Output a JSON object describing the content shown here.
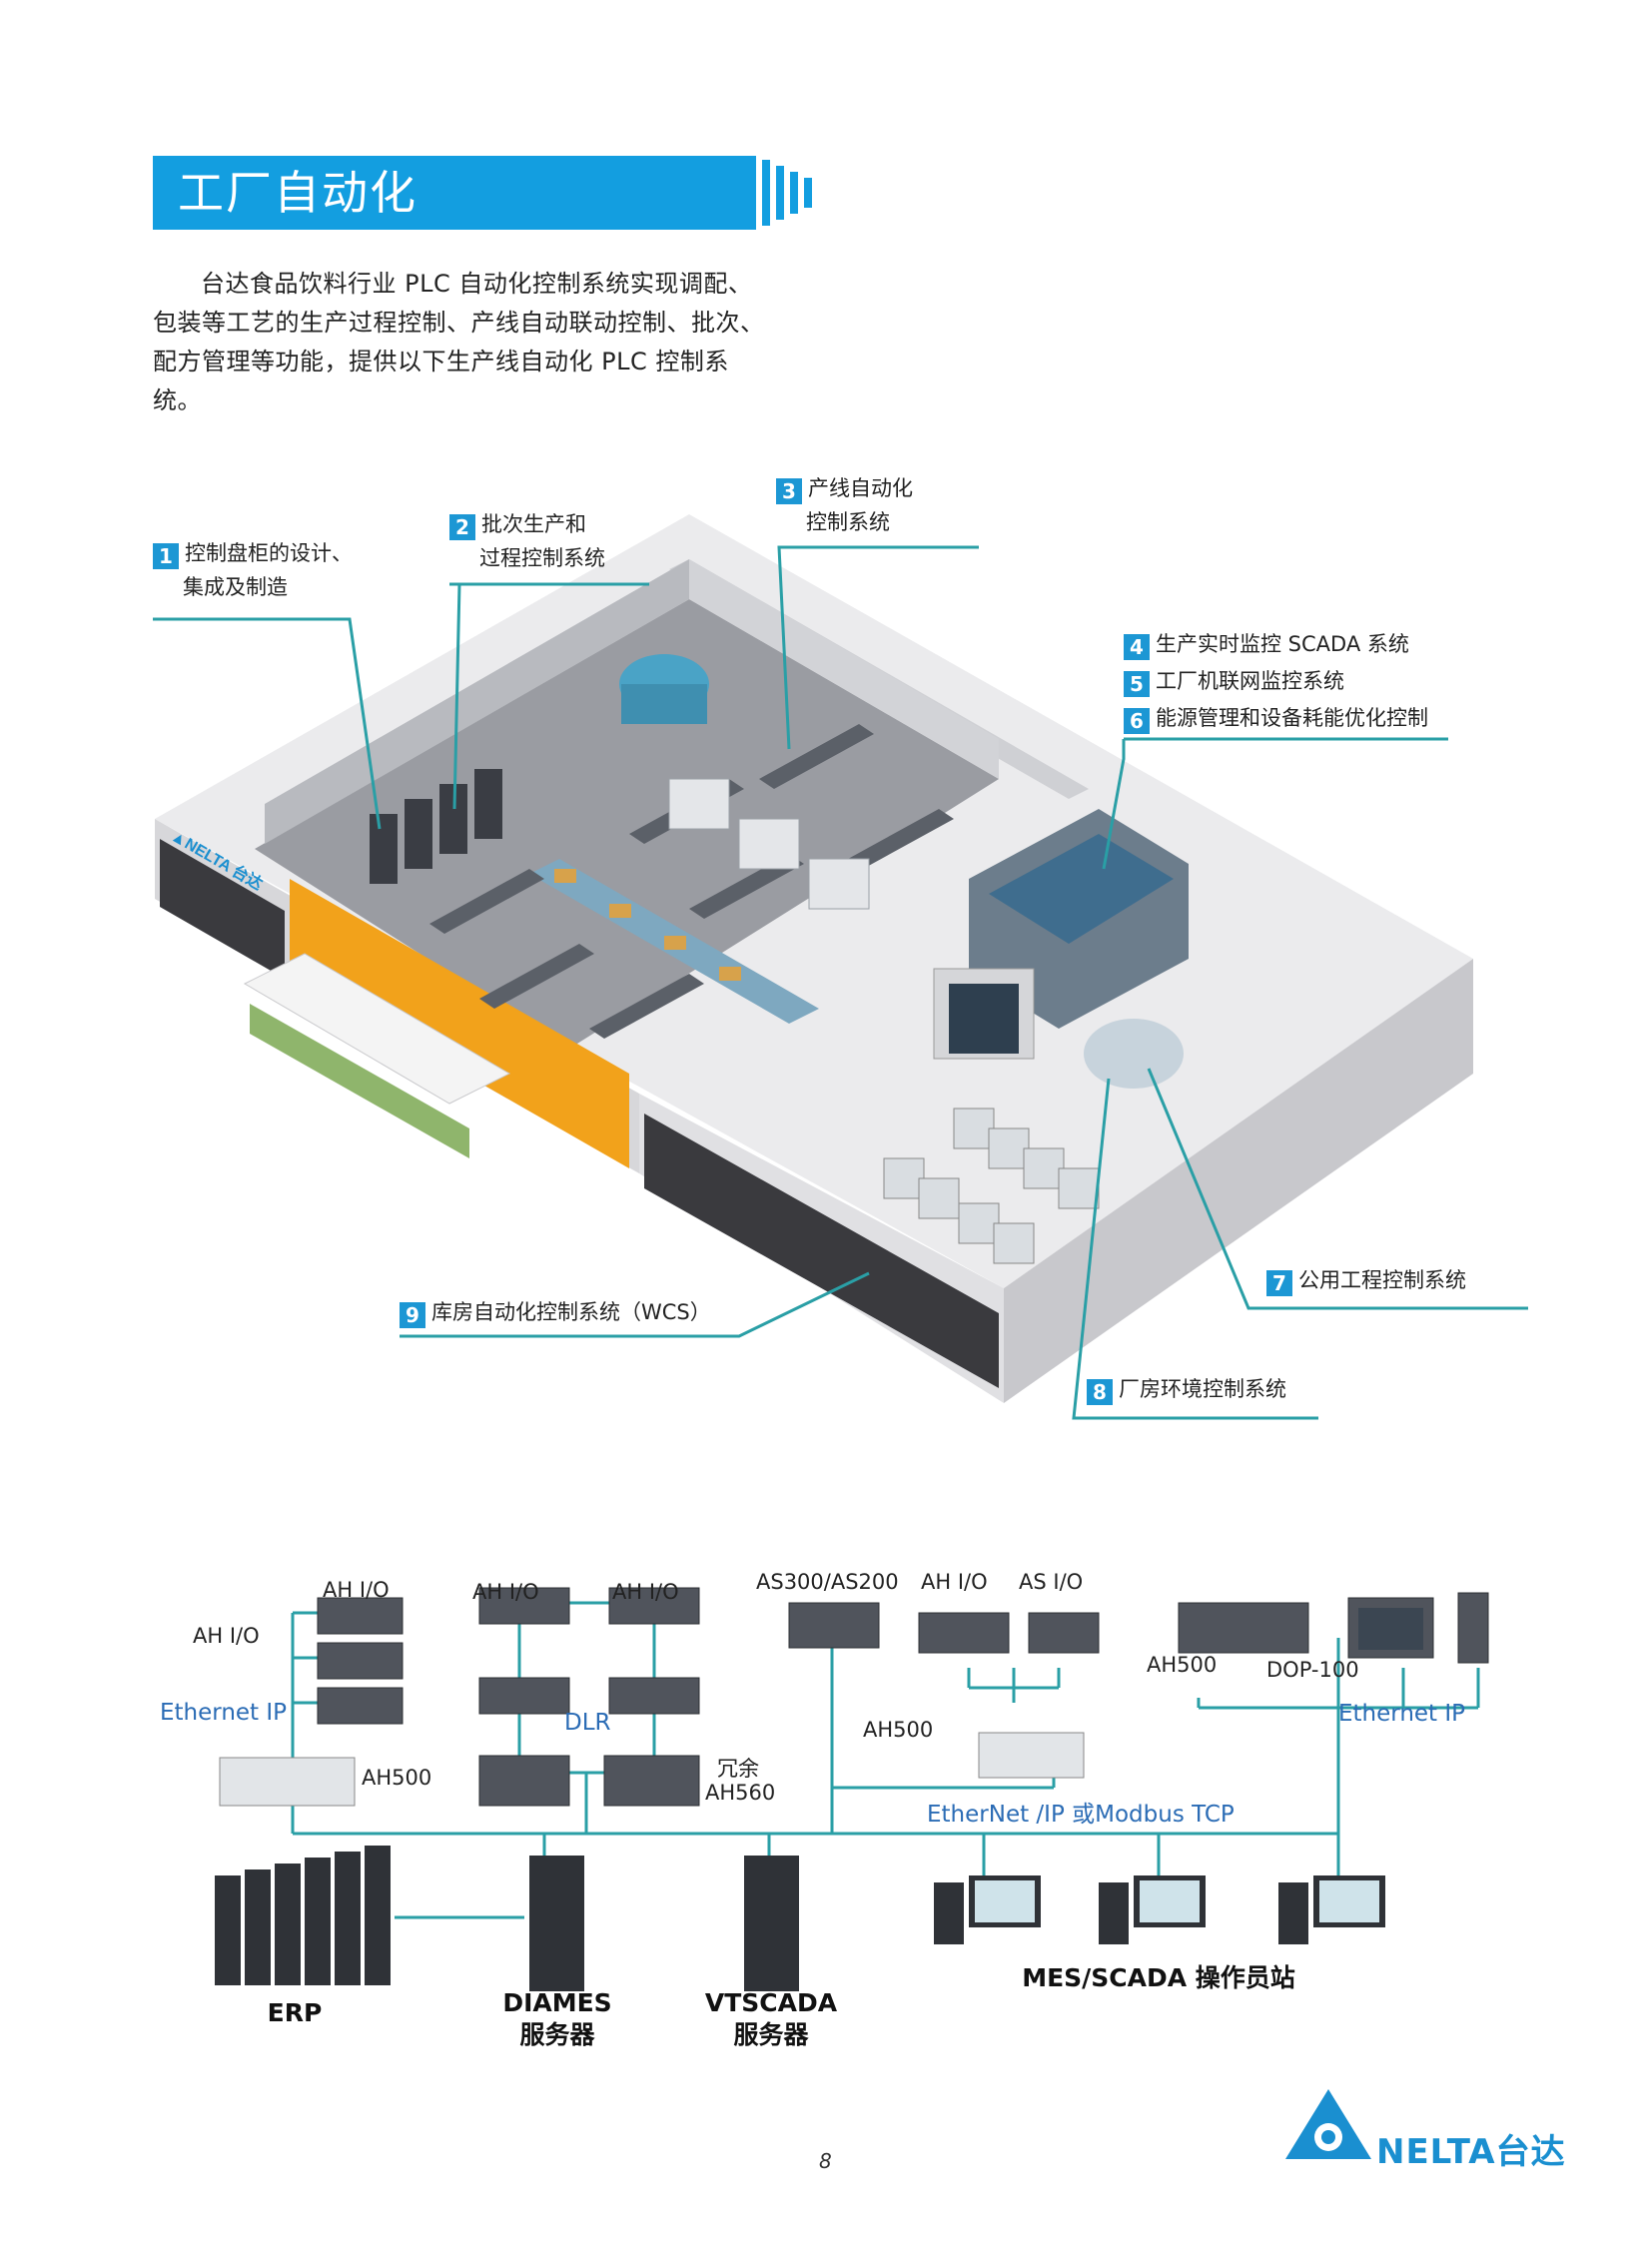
{
  "header": {
    "title": "工厂自动化"
  },
  "intro": {
    "text": "台达食品饮料行业 PLC 自动化控制系统实现调配、包装等工艺的生产过程控制、产线自动联动控制、批次、配方管理等功能，提供以下生产线自动化 PLC 控制系统。"
  },
  "callouts": [
    {
      "num": "1",
      "line1": "控制盘柜的设计、",
      "line2": "集成及制造"
    },
    {
      "num": "2",
      "line1": "批次生产和",
      "line2": "过程控制系统"
    },
    {
      "num": "3",
      "line1": "产线自动化",
      "line2": "控制系统"
    },
    {
      "num": "4",
      "line1": "生产实时监控 SCADA 系统"
    },
    {
      "num": "5",
      "line1": "工厂机联网监控系统"
    },
    {
      "num": "6",
      "line1": "能源管理和设备耗能优化控制"
    },
    {
      "num": "7",
      "line1": "公用工程控制系统"
    },
    {
      "num": "8",
      "line1": "厂房环境控制系统"
    },
    {
      "num": "9",
      "line1": "库房自动化控制系统（WCS）"
    }
  ],
  "factory": {
    "logo_text": "▲NELTA 台达"
  },
  "network": {
    "labels": {
      "ah_io_left": "AH I/O",
      "ah_io_top1": "AH I/O",
      "ah_io_top2": "AH I/O",
      "ah_io_top3": "AH I/O",
      "as300": "AS300/AS200",
      "ah_io_top4": "AH I/O",
      "as_io": "AS I/O",
      "ah500_left": "AH500",
      "ah500_mid": "AH500",
      "ah500_right": "AH500",
      "dop": "DOP-100",
      "ethernet_ip_left": "Ethernet IP",
      "ethernet_ip_right": "Ethernet IP",
      "dlr": "DLR",
      "redundant_1": "冗余",
      "redundant_2": "AH560",
      "bus": "EtherNet /IP  或Modbus TCP"
    },
    "servers": {
      "erp": "ERP",
      "diames_1": "DIAMES",
      "diames_2": "服务器",
      "vtscada_1": "VTSCADA",
      "vtscada_2": "服务器",
      "mes": "MES/SCADA 操作员站"
    }
  },
  "footer": {
    "page": "8",
    "brand": "NELTA台达"
  },
  "colors": {
    "accent": "#139ee0",
    "teal_line": "#2a9fa6",
    "badge": "#1c97d4"
  }
}
